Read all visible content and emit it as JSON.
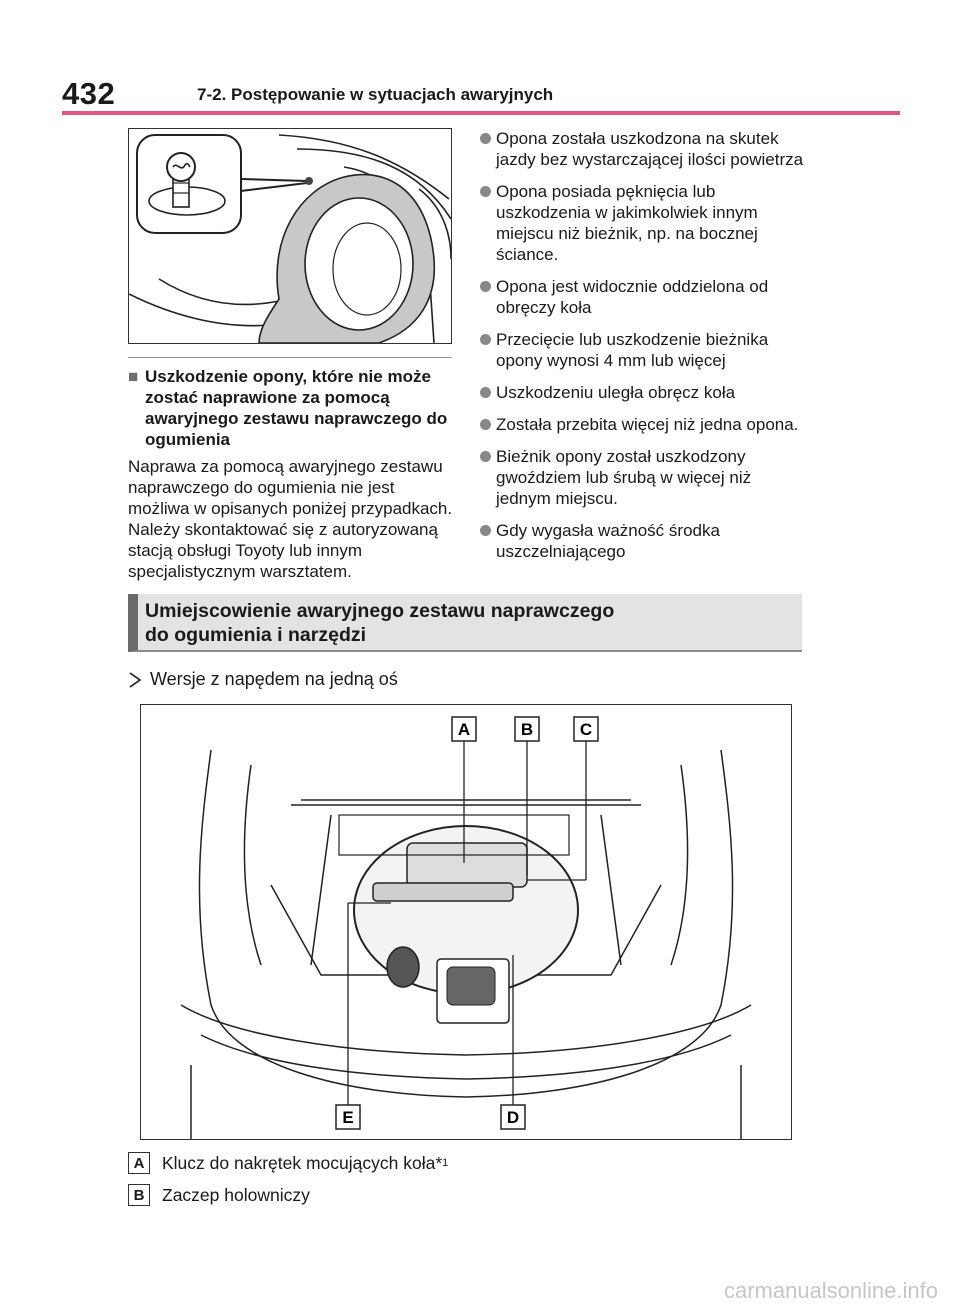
{
  "header": {
    "page_number": "432",
    "section": "7-2. Postępowanie w sytuacjach awaryjnych",
    "accent_color": "#e35680"
  },
  "left_column": {
    "sub_heading": "Uszkodzenie opony, które nie może zostać naprawione za pomocą awaryjnego zestawu naprawczego do ogumienia",
    "paragraph": "Naprawa za pomocą awaryjnego zestawu naprawczego do ogumienia nie jest możliwa w opisanych poniżej przypadkach. Należy skontaktować się z autoryzowaną stacją obsługi Toyoty lub innym specjalistycznym warsztatem."
  },
  "right_column": {
    "bullets": [
      "Opona została uszkodzona na skutek jazdy bez wystarczającej ilości powietrza",
      "Opona posiada pęknięcia lub uszkodzenia w jakimkolwiek innym miejscu niż bieżnik, np. na bocznej ściance.",
      "Opona jest widocznie oddzielona od obręczy koła",
      "Przecięcie lub uszkodzenie bieżnika opony wynosi 4 mm lub więcej",
      "Uszkodzeniu uległa obręcz koła",
      "Została przebita więcej niż jedna opona.",
      "Bieżnik opony został uszkodzony gwoździem lub śrubą w więcej niż jednym miejscu.",
      "Gdy wygasła ważność środka uszczelniającego"
    ]
  },
  "section": {
    "title_line1": "Umiejscowienie awaryjnego zestawu naprawczego",
    "title_line2": "do ogumienia i narzędzi",
    "variant": "Wersje z napędem na jedną oś"
  },
  "figure_labels": {
    "A": "A",
    "B": "B",
    "C": "C",
    "D": "D",
    "E": "E"
  },
  "legend": [
    {
      "letter": "A",
      "text": "Klucz do nakrętek mocujących koła*",
      "sup": "1"
    },
    {
      "letter": "B",
      "text": "Zaczep holowniczy",
      "sup": ""
    }
  ],
  "watermark": "carmanualsonline.info"
}
